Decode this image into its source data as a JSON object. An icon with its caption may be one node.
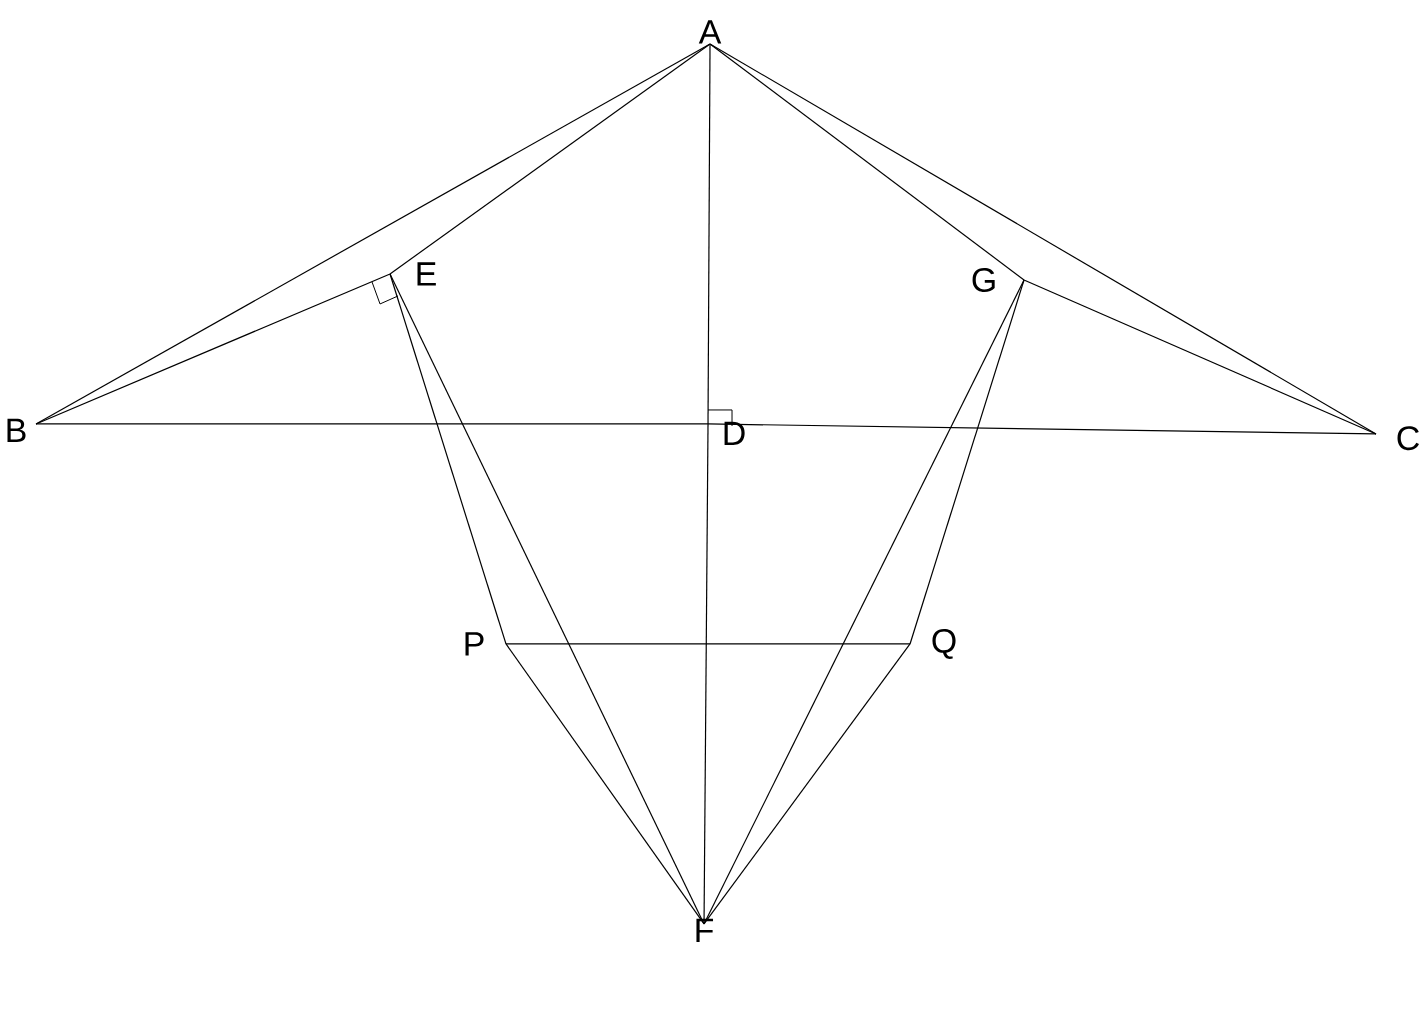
{
  "diagram": {
    "nodes": [
      {
        "text": [
          "A"
        ]
      },
      {
        "text": [
          "E"
        ]
      },
      {
        "text": [
          "G"
        ]
      },
      {
        "text": [
          "B"
        ]
      },
      {
        "text": [
          "D"
        ]
      },
      {
        "text": [
          "C"
        ]
      },
      {
        "text": [
          "P"
        ]
      },
      {
        "text": [
          "Q"
        ]
      },
      {
        "text": [
          "F"
        ]
      }
    ],
    "edges": [
      {
        "from": 0,
        "to": 3,
        "arrow": "none"
      },
      {
        "from": 0,
        "to": 1,
        "arrow": "none"
      },
      {
        "from": 3,
        "to": 1,
        "arrow": "none"
      },
      {
        "from": 0,
        "to": 2,
        "arrow": "none"
      },
      {
        "from": 0,
        "to": 5,
        "arrow": "none"
      },
      {
        "from": 2,
        "to": 5,
        "arrow": "none"
      },
      {
        "from": 3,
        "to": 4,
        "arrow": "none"
      },
      {
        "from": 4,
        "to": 5,
        "arrow": "none"
      },
      {
        "from": 0,
        "to": 4,
        "arrow": "none"
      },
      {
        "from": 4,
        "to": 8,
        "arrow": "none"
      },
      {
        "from": 1,
        "to": 6,
        "arrow": "none"
      },
      {
        "from": 1,
        "to": 8,
        "arrow": "none"
      },
      {
        "from": 6,
        "to": 8,
        "arrow": "none"
      },
      {
        "from": 2,
        "to": 7,
        "arrow": "none"
      },
      {
        "from": 2,
        "to": 8,
        "arrow": "none"
      },
      {
        "from": 7,
        "to": 8,
        "arrow": "none"
      },
      {
        "from": 6,
        "to": 7,
        "arrow": "none"
      }
    ]
  }
}
